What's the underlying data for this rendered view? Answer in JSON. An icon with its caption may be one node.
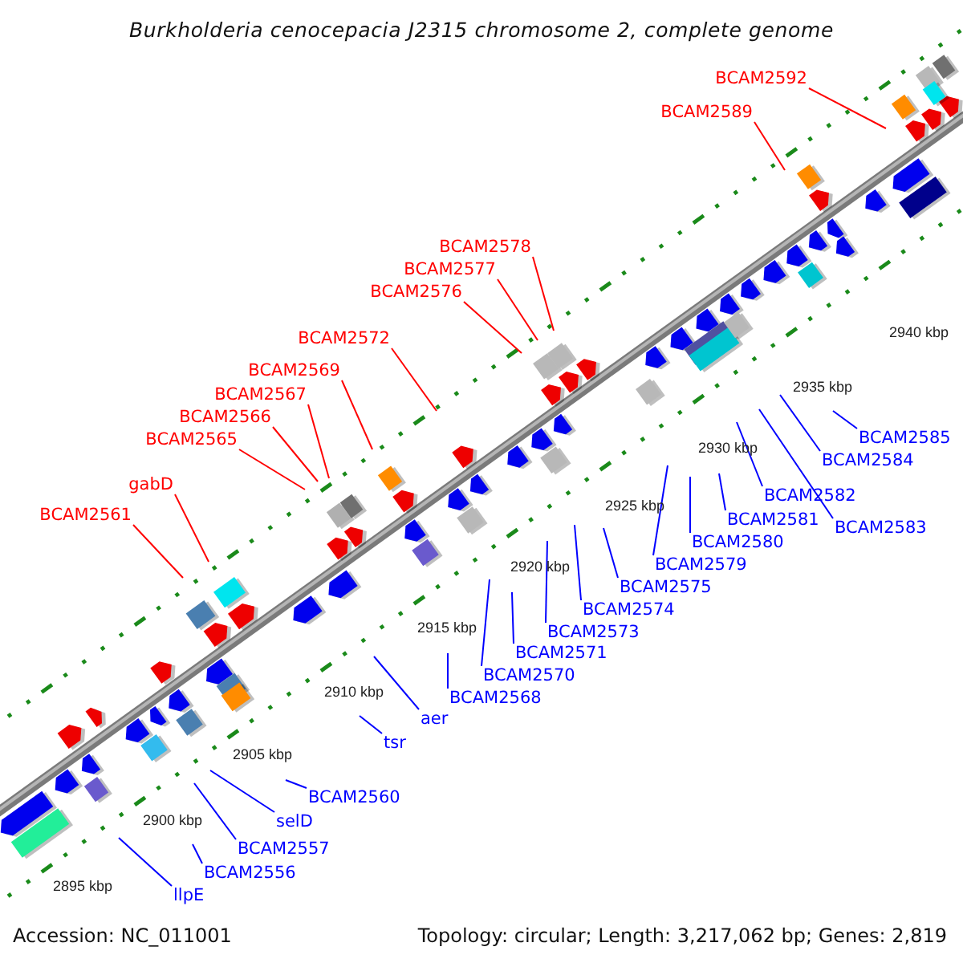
{
  "diagram": {
    "title": "Burkholderia cenocepacia J2315 chromosome 2, complete genome",
    "nodes": [
      {
        "text": [
          "BCAM2592"
        ]
      },
      {
        "text": [
          "BCAM2589"
        ]
      },
      {
        "text": [
          "BCAM2578"
        ]
      },
      {
        "text": [
          "BCAM2577"
        ]
      },
      {
        "text": [
          "BCAM2576"
        ]
      },
      {
        "text": [
          "BCAM2572"
        ]
      },
      {
        "text": [
          "BCAM2569"
        ]
      },
      {
        "text": [
          "BCAM2567"
        ]
      },
      {
        "text": [
          "BCAM2566"
        ]
      },
      {
        "text": [
          "BCAM2565"
        ]
      },
      {
        "text": [
          "gabD"
        ]
      },
      {
        "text": [
          "BCAM2561"
        ]
      },
      {
        "text": [
          "BCAM2585"
        ]
      },
      {
        "text": [
          "BCAM2584"
        ]
      },
      {
        "text": [
          "BCAM2582"
        ]
      },
      {
        "text": [
          "BCAM2581"
        ]
      },
      {
        "text": [
          "BCAM2583"
        ]
      },
      {
        "text": [
          "BCAM2580"
        ]
      },
      {
        "text": [
          "BCAM2579"
        ]
      },
      {
        "text": [
          "BCAM2575"
        ]
      },
      {
        "text": [
          "BCAM2574"
        ]
      },
      {
        "text": [
          "BCAM2573"
        ]
      },
      {
        "text": [
          "BCAM2571"
        ]
      },
      {
        "text": [
          "BCAM2570"
        ]
      },
      {
        "text": [
          "BCAM2568"
        ]
      },
      {
        "text": [
          "aer"
        ]
      },
      {
        "text": [
          "tsr"
        ]
      },
      {
        "text": [
          "BCAM2560"
        ]
      },
      {
        "text": [
          "selD"
        ]
      },
      {
        "text": [
          "BCAM2557"
        ]
      },
      {
        "text": [
          "BCAM2556"
        ]
      },
      {
        "text": [
          "llpE"
        ]
      }
    ],
    "edges": [
      {
        "from": 0,
        "to": null,
        "arrow": "none",
        "color": "#ff0000"
      },
      {
        "from": 1,
        "to": null,
        "arrow": "none",
        "color": "#ff0000"
      },
      {
        "from": 2,
        "to": null,
        "arrow": "none",
        "color": "#ff0000"
      },
      {
        "from": 3,
        "to": null,
        "arrow": "none",
        "color": "#ff0000"
      },
      {
        "from": 4,
        "to": null,
        "arrow": "none",
        "color": "#ff0000"
      },
      {
        "from": 5,
        "to": null,
        "arrow": "none",
        "color": "#ff0000"
      },
      {
        "from": 6,
        "to": null,
        "arrow": "none",
        "color": "#ff0000"
      },
      {
        "from": 7,
        "to": null,
        "arrow": "none",
        "color": "#ff0000"
      },
      {
        "from": 8,
        "to": null,
        "arrow": "none",
        "color": "#ff0000"
      },
      {
        "from": 9,
        "to": null,
        "arrow": "none",
        "color": "#ff0000"
      },
      {
        "from": 10,
        "to": null,
        "arrow": "none",
        "color": "#ff0000"
      },
      {
        "from": 11,
        "to": null,
        "arrow": "none",
        "color": "#ff0000"
      },
      {
        "from": 12,
        "to": null,
        "arrow": "none"
      },
      {
        "from": 13,
        "to": null,
        "arrow": "none"
      },
      {
        "from": 14,
        "to": null,
        "arrow": "none"
      },
      {
        "from": 15,
        "to": null,
        "arrow": "none"
      },
      {
        "from": 16,
        "to": null,
        "arrow": "none"
      },
      {
        "from": 17,
        "to": null,
        "arrow": "none"
      },
      {
        "from": 18,
        "to": null,
        "arrow": "none"
      },
      {
        "from": 19,
        "to": null,
        "arrow": "none"
      },
      {
        "from": 20,
        "to": null,
        "arrow": "none"
      },
      {
        "from": 21,
        "to": null,
        "arrow": "none"
      },
      {
        "from": 22,
        "to": null,
        "arrow": "none"
      },
      {
        "from": 23,
        "to": null,
        "arrow": "none"
      },
      {
        "from": 24,
        "to": null,
        "arrow": "none"
      },
      {
        "from": 25,
        "to": null,
        "arrow": "none"
      },
      {
        "from": 26,
        "to": null,
        "arrow": "none"
      },
      {
        "from": 27,
        "to": null,
        "arrow": "none"
      },
      {
        "from": 28,
        "to": null,
        "arrow": "none"
      },
      {
        "from": 29,
        "to": null,
        "arrow": "none"
      },
      {
        "from": 30,
        "to": null,
        "arrow": "none"
      },
      {
        "from": 31,
        "to": null,
        "arrow": "none"
      }
    ],
    "labels": [
      "2940 kbp",
      "2935 kbp",
      "2930 kbp",
      "2925 kbp",
      "2920 kbp",
      "2915 kbp",
      "2910 kbp",
      "2905 kbp",
      "2900 kbp",
      "2895 kbp",
      "Accession: NC_011001",
      "Topology: circular; Length: 3,217,062 bp; Genes: 2,819"
    ]
  }
}
